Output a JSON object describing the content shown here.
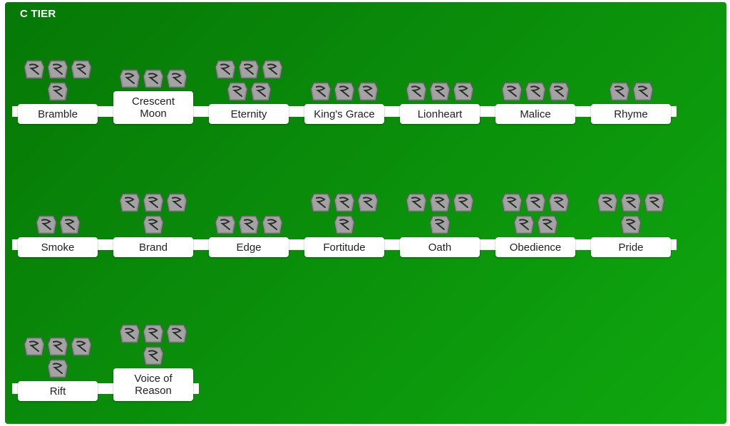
{
  "tier": {
    "title": "C TIER",
    "colors": {
      "panel_dark": "#067806",
      "panel_light": "#0fa80f",
      "label_bg": "#ffffff",
      "label_text": "#222222"
    }
  },
  "rows": [
    {
      "items": [
        {
          "name": "Bramble",
          "runes": [
            {
              "icon": "rune-ral-icon",
              "glyph": "e"
            },
            {
              "icon": "rune-ohm-icon",
              "glyph": "m"
            },
            {
              "icon": "rune-sur-icon",
              "glyph": "r"
            },
            {
              "icon": "rune-eth-icon",
              "glyph": "e"
            }
          ]
        },
        {
          "name": "Crescent Moon",
          "runes": [
            {
              "icon": "rune-shael-icon",
              "glyph": "sh"
            },
            {
              "icon": "rune-um-icon",
              "glyph": "u"
            },
            {
              "icon": "rune-tir-icon",
              "glyph": "t"
            }
          ]
        },
        {
          "name": "Eternity",
          "runes": [
            {
              "icon": "rune-amn-icon",
              "glyph": "a"
            },
            {
              "icon": "rune-ber-icon",
              "glyph": "b"
            },
            {
              "icon": "rune-ist-icon",
              "glyph": "i"
            },
            {
              "icon": "rune-sol-icon",
              "glyph": "s"
            },
            {
              "icon": "rune-sur-icon",
              "glyph": "r"
            }
          ]
        },
        {
          "name": "King's Grace",
          "runes": [
            {
              "icon": "rune-amn-icon",
              "glyph": "a"
            },
            {
              "icon": "rune-ral-icon",
              "glyph": "e"
            },
            {
              "icon": "rune-thul-icon",
              "glyph": "th"
            }
          ]
        },
        {
          "name": "Lionheart",
          "runes": [
            {
              "icon": "rune-hel-icon",
              "glyph": "h"
            },
            {
              "icon": "rune-lum-icon",
              "glyph": "l"
            },
            {
              "icon": "rune-fal-icon",
              "glyph": "f"
            }
          ]
        },
        {
          "name": "Malice",
          "runes": [
            {
              "icon": "rune-ith-icon",
              "glyph": "i"
            },
            {
              "icon": "rune-el-icon",
              "glyph": "e"
            },
            {
              "icon": "rune-eld-icon",
              "glyph": "d"
            }
          ]
        },
        {
          "name": "Rhyme",
          "runes": [
            {
              "icon": "rune-shael-icon",
              "glyph": "sh"
            },
            {
              "icon": "rune-eth-icon",
              "glyph": "e"
            }
          ]
        }
      ]
    },
    {
      "items": [
        {
          "name": "Smoke",
          "runes": [
            {
              "icon": "rune-nef-icon",
              "glyph": "n"
            },
            {
              "icon": "rune-lum-icon",
              "glyph": "l"
            }
          ]
        },
        {
          "name": "Brand",
          "runes": [
            {
              "icon": "rune-jah-icon",
              "glyph": "j"
            },
            {
              "icon": "rune-lo-icon",
              "glyph": "lo"
            },
            {
              "icon": "rune-mal-icon",
              "glyph": "m"
            },
            {
              "icon": "rune-gul-icon",
              "glyph": "g"
            }
          ]
        },
        {
          "name": "Edge",
          "runes": [
            {
              "icon": "rune-tir-icon",
              "glyph": "t"
            },
            {
              "icon": "rune-tal-icon",
              "glyph": "ta"
            },
            {
              "icon": "rune-amn-icon",
              "glyph": "a"
            }
          ]
        },
        {
          "name": "Fortitude",
          "runes": [
            {
              "icon": "rune-el-icon",
              "glyph": "e"
            },
            {
              "icon": "rune-sol-icon",
              "glyph": "s"
            },
            {
              "icon": "rune-dol-icon",
              "glyph": "d"
            },
            {
              "icon": "rune-lo-icon",
              "glyph": "lo"
            }
          ]
        },
        {
          "name": "Oath",
          "runes": [
            {
              "icon": "rune-shael-icon",
              "glyph": "sh"
            },
            {
              "icon": "rune-pul-icon",
              "glyph": "p"
            },
            {
              "icon": "rune-mal-icon",
              "glyph": "m"
            },
            {
              "icon": "rune-lum-icon",
              "glyph": "l"
            }
          ]
        },
        {
          "name": "Obedience",
          "runes": [
            {
              "icon": "rune-hel-icon",
              "glyph": "h"
            },
            {
              "icon": "rune-ko-icon",
              "glyph": "k"
            },
            {
              "icon": "rune-thul-icon",
              "glyph": "th"
            },
            {
              "icon": "rune-eth-icon",
              "glyph": "e"
            },
            {
              "icon": "rune-fal-icon",
              "glyph": "f"
            }
          ]
        },
        {
          "name": "Pride",
          "runes": [
            {
              "icon": "rune-cham-icon",
              "glyph": "c"
            },
            {
              "icon": "rune-sur-icon",
              "glyph": "r"
            },
            {
              "icon": "rune-io-icon",
              "glyph": "io"
            },
            {
              "icon": "rune-lo-icon",
              "glyph": "lo"
            }
          ]
        }
      ]
    },
    {
      "items": [
        {
          "name": "Rift",
          "runes": [
            {
              "icon": "rune-hel-icon",
              "glyph": "h"
            },
            {
              "icon": "rune-ko-icon",
              "glyph": "k"
            },
            {
              "icon": "rune-lem-icon",
              "glyph": "le"
            },
            {
              "icon": "rune-gul-icon",
              "glyph": "g"
            }
          ]
        },
        {
          "name": "Voice of Reason",
          "runes": [
            {
              "icon": "rune-lem-icon",
              "glyph": "le"
            },
            {
              "icon": "rune-ko-icon",
              "glyph": "k"
            },
            {
              "icon": "rune-el-icon",
              "glyph": "e"
            },
            {
              "icon": "rune-eld-icon",
              "glyph": "d"
            }
          ]
        }
      ]
    }
  ]
}
